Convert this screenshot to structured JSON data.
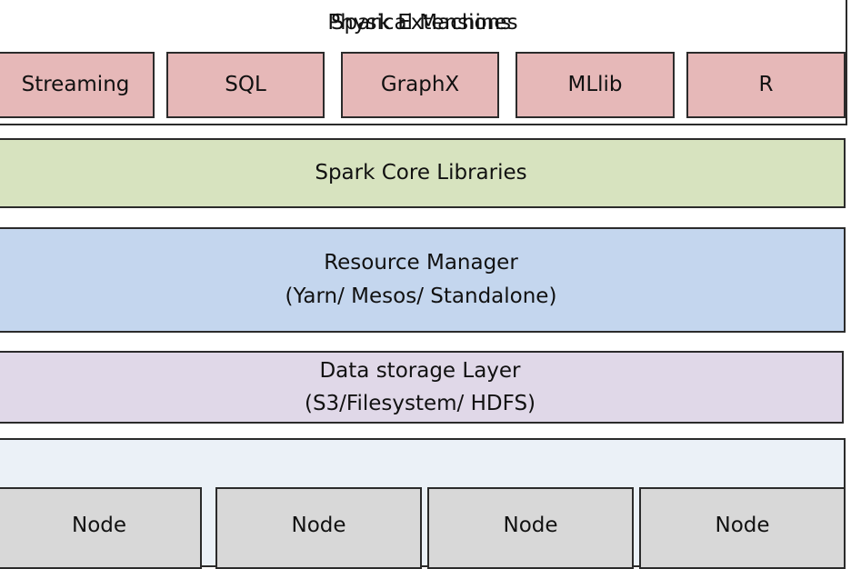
{
  "extensions": {
    "title": "Spark Extensions",
    "items": [
      {
        "label": "Streaming"
      },
      {
        "label": "SQL"
      },
      {
        "label": "GraphX"
      },
      {
        "label": "MLlib"
      },
      {
        "label": "R"
      }
    ]
  },
  "core": {
    "label": "Spark Core Libraries"
  },
  "resource_manager": {
    "line1": "Resource Manager",
    "line2": "(Yarn/ Mesos/ Standalone)"
  },
  "data_storage": {
    "line1": "Data storage Layer",
    "line2": "(S3/Filesystem/ HDFS)"
  },
  "physical": {
    "title": "Physical Machines",
    "nodes": [
      {
        "label": "Node"
      },
      {
        "label": "Node"
      },
      {
        "label": "Node"
      },
      {
        "label": "Node"
      }
    ]
  },
  "colors": {
    "extension_fill": "#e6b8b8",
    "core_fill": "#d7e3bf",
    "resource_manager_fill": "#c4d6ee",
    "data_storage_fill": "#e0d8e8",
    "physical_fill": "#ebf1f7",
    "node_fill": "#d8d8d8",
    "border": "#2b2b2b"
  }
}
